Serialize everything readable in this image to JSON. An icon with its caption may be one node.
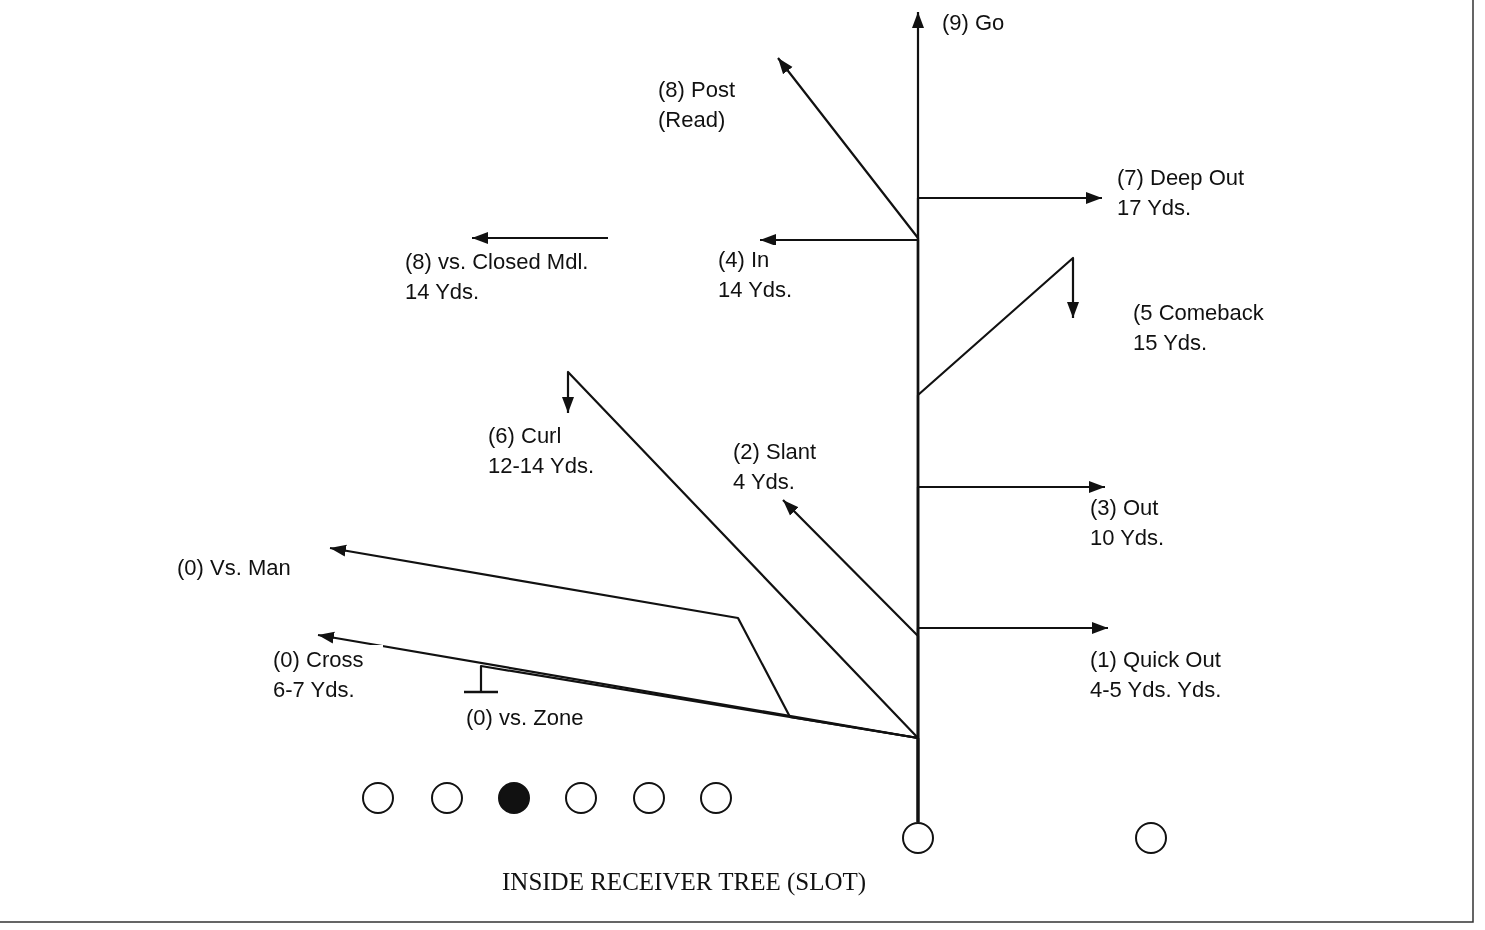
{
  "diagram": {
    "caption": "INSIDE RECEIVER TREE (SLOT)",
    "nodes": [
      {
        "text": [],
        "shape": "circle"
      },
      {
        "text": [],
        "shape": "circle"
      },
      {
        "text": [],
        "shape": "circle"
      },
      {
        "text": [],
        "shape": "circle"
      },
      {
        "text": [],
        "shape": "circle"
      },
      {
        "text": [],
        "shape": "circle"
      },
      {
        "text": [],
        "shape": "circle"
      },
      {
        "text": [],
        "shape": "circle"
      }
    ],
    "edges": [
      {
        "from": 6,
        "to": null,
        "arrow": "to",
        "label": "(9) Go"
      },
      {
        "from": 6,
        "to": null,
        "arrow": "to",
        "label": "(8) Post (Read)"
      },
      {
        "from": 6,
        "to": null,
        "arrow": "to",
        "label": "(7) Deep Out 17 Yds."
      },
      {
        "from": 6,
        "to": null,
        "arrow": "to",
        "label": "(4) In 14 Yds."
      },
      {
        "from": 6,
        "to": null,
        "arrow": "to",
        "label": "(5 Comeback 15 Yds."
      },
      {
        "from": 6,
        "to": null,
        "arrow": "to",
        "label": "(3) Out 10 Yds."
      },
      {
        "from": 6,
        "to": null,
        "arrow": "to",
        "label": "(1) Quick Out 4-5 Yds. Yds."
      },
      {
        "from": 6,
        "to": null,
        "arrow": "to",
        "label": "(2) Slant 4 Yds."
      },
      {
        "from": 6,
        "to": null,
        "arrow": "to",
        "label": "(6) Curl 12-14 Yds."
      },
      {
        "from": 6,
        "to": null,
        "arrow": "to",
        "label": "(0) Cross 6-7 Yds."
      },
      {
        "from": 6,
        "to": null,
        "arrow": "to",
        "label": "(0) Vs. Man"
      },
      {
        "from": 6,
        "to": null,
        "arrow": "other",
        "label": "(0) vs. Zone"
      }
    ],
    "labels": [
      "(8) vs. Closed Mdl. 14 Yds."
    ]
  }
}
